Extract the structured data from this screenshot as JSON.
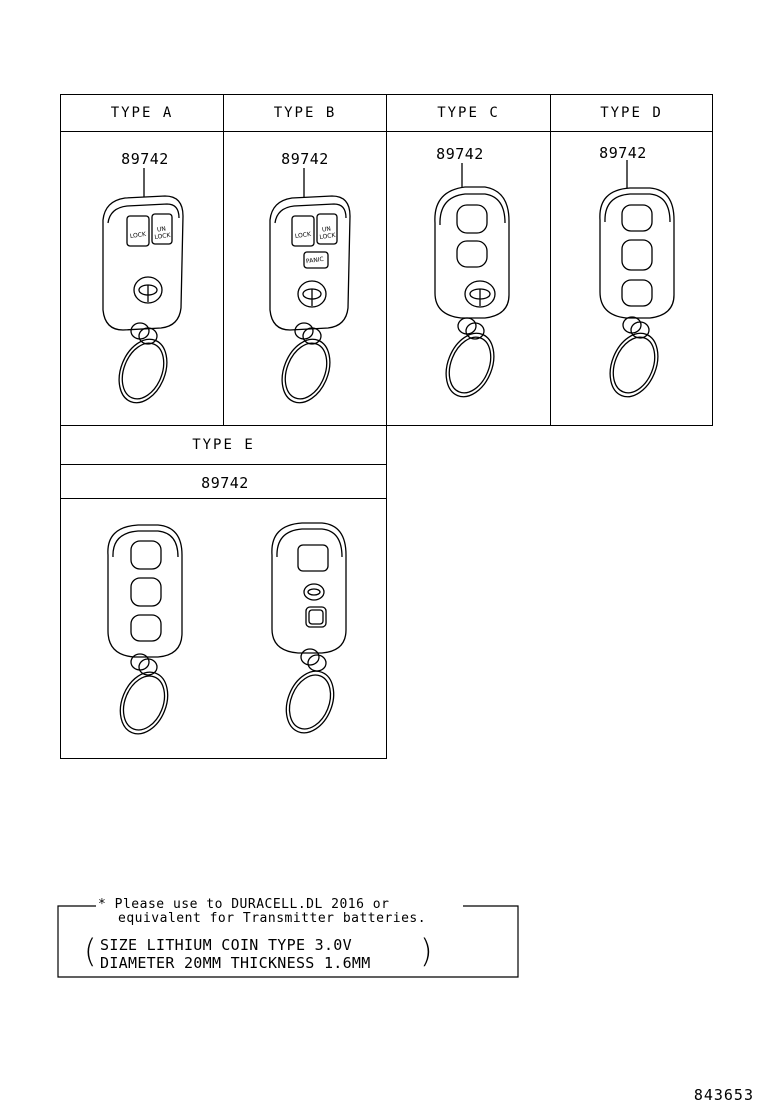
{
  "types": [
    {
      "header": "TYPE A",
      "part": "89742",
      "buttons": [
        "LOCK",
        "UN LOCK"
      ]
    },
    {
      "header": "TYPE B",
      "part": "89742",
      "buttons": [
        "LOCK",
        "UN LOCK",
        "PANIC"
      ]
    },
    {
      "header": "TYPE C",
      "part": "89742"
    },
    {
      "header": "TYPE D",
      "part": "89742"
    },
    {
      "header": "TYPE E",
      "part": "89742"
    }
  ],
  "note": {
    "line1": "* Please use to DURACELL.DL 2016 or",
    "line2": "equivalent for Transmitter batteries.",
    "line3": "SIZE LITHIUM COIN TYPE 3.0V",
    "line4": "DIAMETER 20MM THICKNESS 1.6MM"
  },
  "diagram_id": "843653"
}
